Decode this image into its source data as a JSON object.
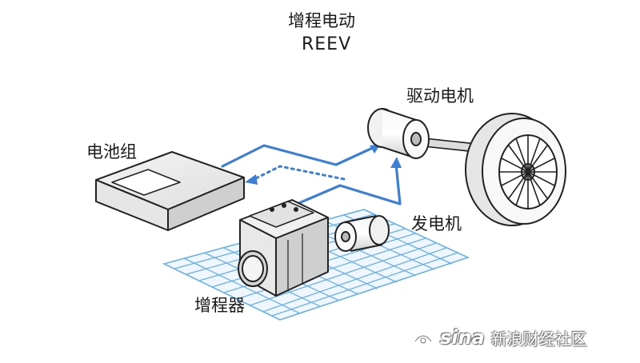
{
  "title": {
    "chinese": "增程电动",
    "english": "REEV"
  },
  "labels": {
    "battery": "电池组",
    "drive_motor": "驱动电机",
    "generator": "发电机",
    "range_extender": "增程器"
  },
  "watermark": {
    "logo": "sina",
    "text": "新浪财经社区"
  },
  "colors": {
    "flow_line": "#3d7fd6",
    "grid": "#5aa8e6",
    "outline": "#222222",
    "background": "#ffffff"
  }
}
